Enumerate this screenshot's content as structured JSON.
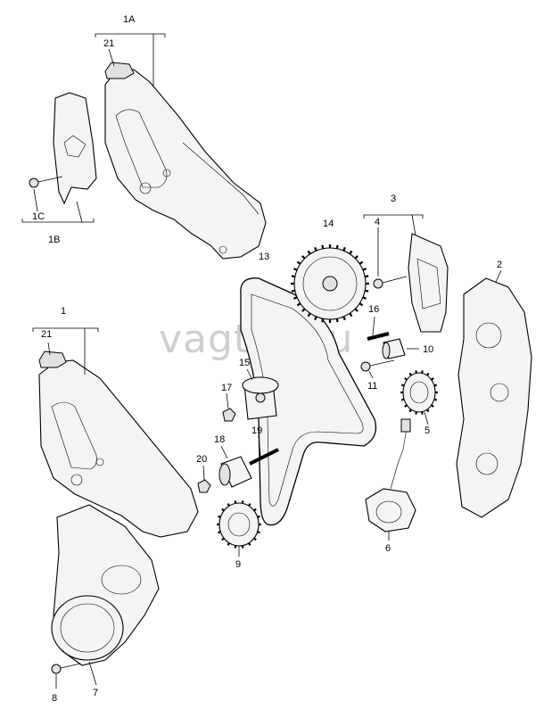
{
  "watermark": "vagtec.ru",
  "callouts": {
    "c1A": "1A",
    "c21a": "21",
    "c1C": "1C",
    "c1B": "1B",
    "c1": "1",
    "c21b": "21",
    "c8": "8",
    "c7": "7",
    "c13": "13",
    "c14": "14",
    "c3": "3",
    "c4": "4",
    "c2": "2",
    "c16": "16",
    "c10": "10",
    "c11": "11",
    "c15": "15",
    "c17": "17",
    "c5": "5",
    "c18": "18",
    "c19": "19",
    "c20": "20",
    "c6": "6",
    "c9": "9"
  }
}
